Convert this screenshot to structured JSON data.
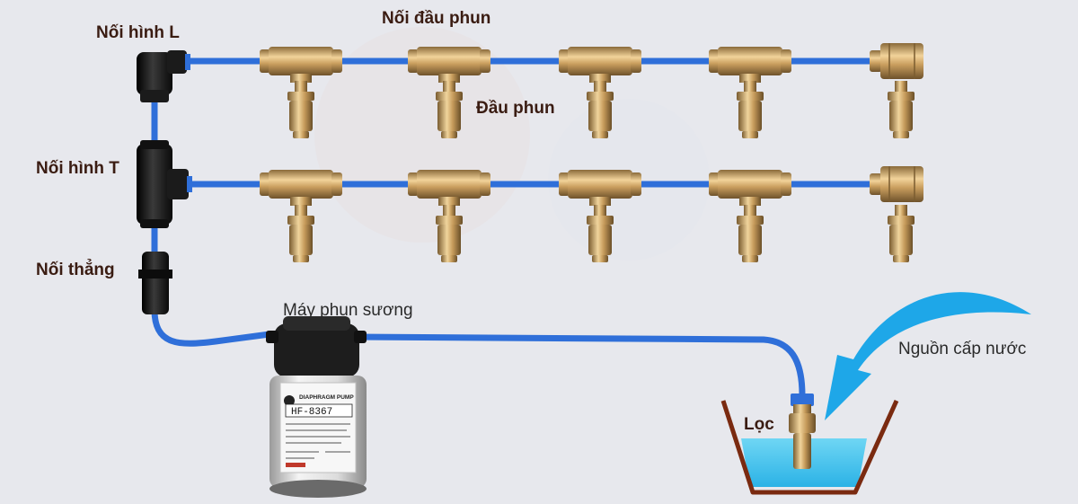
{
  "labels": {
    "l_fitting": "Nối hình L",
    "nozzle_connector": "Nối đầu phun",
    "nozzle": "Đầu phun",
    "t_fitting": "Nối hình T",
    "straight_fitting": "Nối thẳng",
    "pump": "Máy phun sương",
    "water_source": "Nguồn cấp nước",
    "filter": "Lọc"
  },
  "pump_panel": {
    "brand": "DIAPHRAGM PUMP",
    "model": "HF-8367"
  },
  "colors": {
    "background": "#e7e8ed",
    "tube": "#2f6fd9",
    "brass": "#c9a063",
    "fitting_black": "#1b1b1b",
    "water": "#4cc6ee",
    "arrow": "#1ea7e8",
    "tank_outline": "#7a2a10"
  }
}
